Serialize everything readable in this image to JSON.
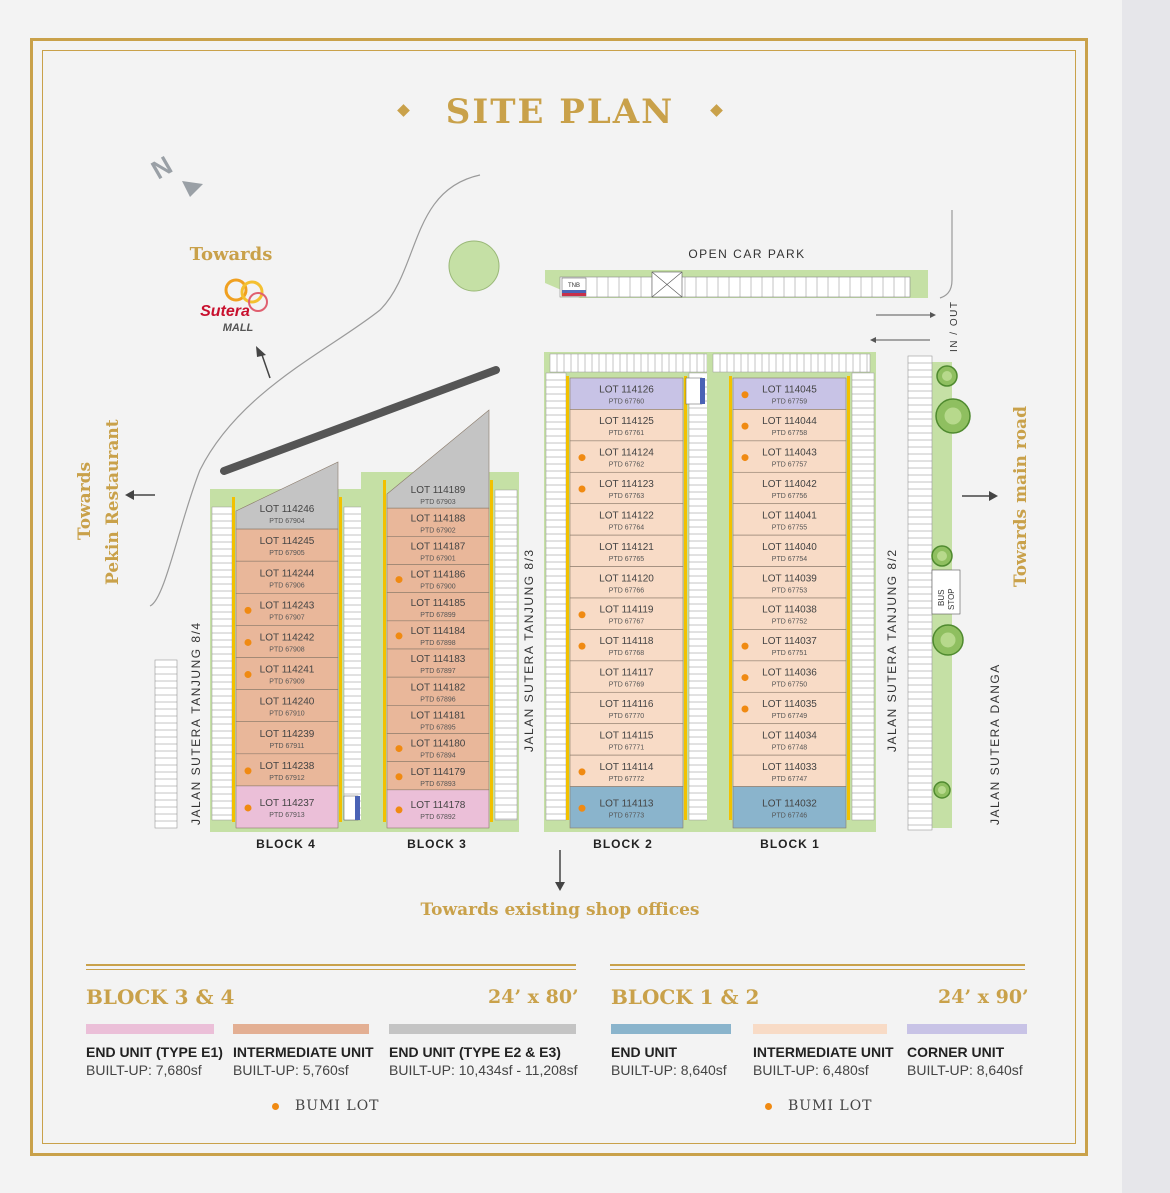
{
  "title": "SITE PLAN",
  "compass": "N",
  "towards_mall": "Towards",
  "mall_name": "Sutera",
  "mall_sub": "MALL",
  "towards_pekin_1": "Towards",
  "towards_pekin_2": "Pekin Restaurant",
  "towards_main_road": "Towards main road",
  "towards_shop_offices": "Towards existing shop offices",
  "open_car_park": "OPEN CAR PARK",
  "in_out": "IN / OUT",
  "bus_stop_1": "BUS",
  "bus_stop_2": "STOP",
  "tnb": "TNB",
  "roads": {
    "r84": "JALAN SUTERA TANJUNG 8/4",
    "r83": "JALAN SUTERA TANJUNG 8/3",
    "r82": "JALAN SUTERA TANJUNG 8/2",
    "danga": "JALAN SUTERA DANGA"
  },
  "blocks": [
    {
      "name": "BLOCK 4",
      "lots": [
        {
          "lot": "LOT 114246",
          "ptd": "PTD 67904",
          "type": "grey",
          "bumi": false
        },
        {
          "lot": "LOT 114245",
          "ptd": "PTD 67905",
          "type": "inter34",
          "bumi": false
        },
        {
          "lot": "LOT 114244",
          "ptd": "PTD 67906",
          "type": "inter34",
          "bumi": false
        },
        {
          "lot": "LOT 114243",
          "ptd": "PTD 67907",
          "type": "inter34",
          "bumi": true
        },
        {
          "lot": "LOT 114242",
          "ptd": "PTD 67908",
          "type": "inter34",
          "bumi": true
        },
        {
          "lot": "LOT 114241",
          "ptd": "PTD 67909",
          "type": "inter34",
          "bumi": true
        },
        {
          "lot": "LOT 114240",
          "ptd": "PTD 67910",
          "type": "inter34",
          "bumi": false
        },
        {
          "lot": "LOT 114239",
          "ptd": "PTD 67911",
          "type": "inter34",
          "bumi": false
        },
        {
          "lot": "LOT 114238",
          "ptd": "PTD 67912",
          "type": "inter34",
          "bumi": true
        },
        {
          "lot": "LOT 114237",
          "ptd": "PTD 67913",
          "type": "pink",
          "bumi": true
        }
      ]
    },
    {
      "name": "BLOCK 3",
      "lots": [
        {
          "lot": "LOT 114189",
          "ptd": "PTD 67903",
          "type": "grey",
          "bumi": false
        },
        {
          "lot": "LOT 114188",
          "ptd": "PTD 67902",
          "type": "inter34",
          "bumi": false
        },
        {
          "lot": "LOT 114187",
          "ptd": "PTD 67901",
          "type": "inter34",
          "bumi": false
        },
        {
          "lot": "LOT 114186",
          "ptd": "PTD 67900",
          "type": "inter34",
          "bumi": true
        },
        {
          "lot": "LOT 114185",
          "ptd": "PTD 67899",
          "type": "inter34",
          "bumi": false
        },
        {
          "lot": "LOT 114184",
          "ptd": "PTD 67898",
          "type": "inter34",
          "bumi": true
        },
        {
          "lot": "LOT 114183",
          "ptd": "PTD 67897",
          "type": "inter34",
          "bumi": false
        },
        {
          "lot": "LOT 114182",
          "ptd": "PTD 67896",
          "type": "inter34",
          "bumi": false
        },
        {
          "lot": "LOT 114181",
          "ptd": "PTD 67895",
          "type": "inter34",
          "bumi": false
        },
        {
          "lot": "LOT 114180",
          "ptd": "PTD 67894",
          "type": "inter34",
          "bumi": true
        },
        {
          "lot": "LOT 114179",
          "ptd": "PTD 67893",
          "type": "inter34",
          "bumi": true
        },
        {
          "lot": "LOT 114178",
          "ptd": "PTD 67892",
          "type": "pink",
          "bumi": true
        }
      ]
    },
    {
      "name": "BLOCK 2",
      "lots": [
        {
          "lot": "LOT 114126",
          "ptd": "PTD 67760",
          "type": "purple",
          "bumi": false
        },
        {
          "lot": "LOT 114125",
          "ptd": "PTD 67761",
          "type": "inter12",
          "bumi": false
        },
        {
          "lot": "LOT 114124",
          "ptd": "PTD 67762",
          "type": "inter12",
          "bumi": true
        },
        {
          "lot": "LOT 114123",
          "ptd": "PTD 67763",
          "type": "inter12",
          "bumi": true
        },
        {
          "lot": "LOT 114122",
          "ptd": "PTD 67764",
          "type": "inter12",
          "bumi": false
        },
        {
          "lot": "LOT 114121",
          "ptd": "PTD 67765",
          "type": "inter12",
          "bumi": false
        },
        {
          "lot": "LOT 114120",
          "ptd": "PTD 67766",
          "type": "inter12",
          "bumi": false
        },
        {
          "lot": "LOT 114119",
          "ptd": "PTD 67767",
          "type": "inter12",
          "bumi": true
        },
        {
          "lot": "LOT 114118",
          "ptd": "PTD 67768",
          "type": "inter12",
          "bumi": true
        },
        {
          "lot": "LOT 114117",
          "ptd": "PTD 67769",
          "type": "inter12",
          "bumi": false
        },
        {
          "lot": "LOT 114116",
          "ptd": "PTD 67770",
          "type": "inter12",
          "bumi": false
        },
        {
          "lot": "LOT 114115",
          "ptd": "PTD 67771",
          "type": "inter12",
          "bumi": false
        },
        {
          "lot": "LOT 114114",
          "ptd": "PTD 67772",
          "type": "inter12",
          "bumi": true
        },
        {
          "lot": "LOT 114113",
          "ptd": "PTD 67773",
          "type": "blue",
          "bumi": true
        }
      ]
    },
    {
      "name": "BLOCK 1",
      "lots": [
        {
          "lot": "LOT 114045",
          "ptd": "PTD 67759",
          "type": "purple",
          "bumi": true
        },
        {
          "lot": "LOT 114044",
          "ptd": "PTD 67758",
          "type": "inter12",
          "bumi": true
        },
        {
          "lot": "LOT 114043",
          "ptd": "PTD 67757",
          "type": "inter12",
          "bumi": true
        },
        {
          "lot": "LOT 114042",
          "ptd": "PTD 67756",
          "type": "inter12",
          "bumi": false
        },
        {
          "lot": "LOT 114041",
          "ptd": "PTD 67755",
          "type": "inter12",
          "bumi": false
        },
        {
          "lot": "LOT 114040",
          "ptd": "PTD 67754",
          "type": "inter12",
          "bumi": false
        },
        {
          "lot": "LOT 114039",
          "ptd": "PTD 67753",
          "type": "inter12",
          "bumi": false
        },
        {
          "lot": "LOT 114038",
          "ptd": "PTD 67752",
          "type": "inter12",
          "bumi": false
        },
        {
          "lot": "LOT 114037",
          "ptd": "PTD 67751",
          "type": "inter12",
          "bumi": true
        },
        {
          "lot": "LOT 114036",
          "ptd": "PTD 67750",
          "type": "inter12",
          "bumi": true
        },
        {
          "lot": "LOT 114035",
          "ptd": "PTD 67749",
          "type": "inter12",
          "bumi": true
        },
        {
          "lot": "LOT 114034",
          "ptd": "PTD 67748",
          "type": "inter12",
          "bumi": false
        },
        {
          "lot": "LOT 114033",
          "ptd": "PTD 67747",
          "type": "inter12",
          "bumi": false
        },
        {
          "lot": "LOT 114032",
          "ptd": "PTD 67746",
          "type": "blue",
          "bumi": false
        }
      ]
    }
  ],
  "legend": {
    "b34": {
      "title": "BLOCK 3 & 4",
      "size": "24’ x 80’",
      "items": [
        {
          "label": "END UNIT (TYPE E1)",
          "built": "BUILT-UP: 7,680sf"
        },
        {
          "label": "INTERMEDIATE UNIT",
          "built": "BUILT-UP: 5,760sf"
        },
        {
          "label": "END UNIT (TYPE E2 & E3)",
          "built": "BUILT-UP: 10,434sf - 11,208sf"
        }
      ],
      "bumi": "BUMI LOT"
    },
    "b12": {
      "title": "BLOCK 1 & 2",
      "size": "24’ x 90’",
      "items": [
        {
          "label": "END UNIT",
          "built": "BUILT-UP: 8,640sf"
        },
        {
          "label": "INTERMEDIATE UNIT",
          "built": "BUILT-UP: 6,480sf"
        },
        {
          "label": "CORNER UNIT",
          "built": "BUILT-UP: 8,640sf"
        }
      ],
      "bumi": "BUMI LOT"
    }
  },
  "colors": {
    "gold": "#c9a14a",
    "inter34": "#e9b79a",
    "pink": "#ebbfd8",
    "grey": "#c4c4c4",
    "inter12": "#f8dbc6",
    "blue": "#8ab4cc",
    "purple": "#c8c3e6",
    "green": "#c5e0a5",
    "bumi": "#f08a12"
  }
}
